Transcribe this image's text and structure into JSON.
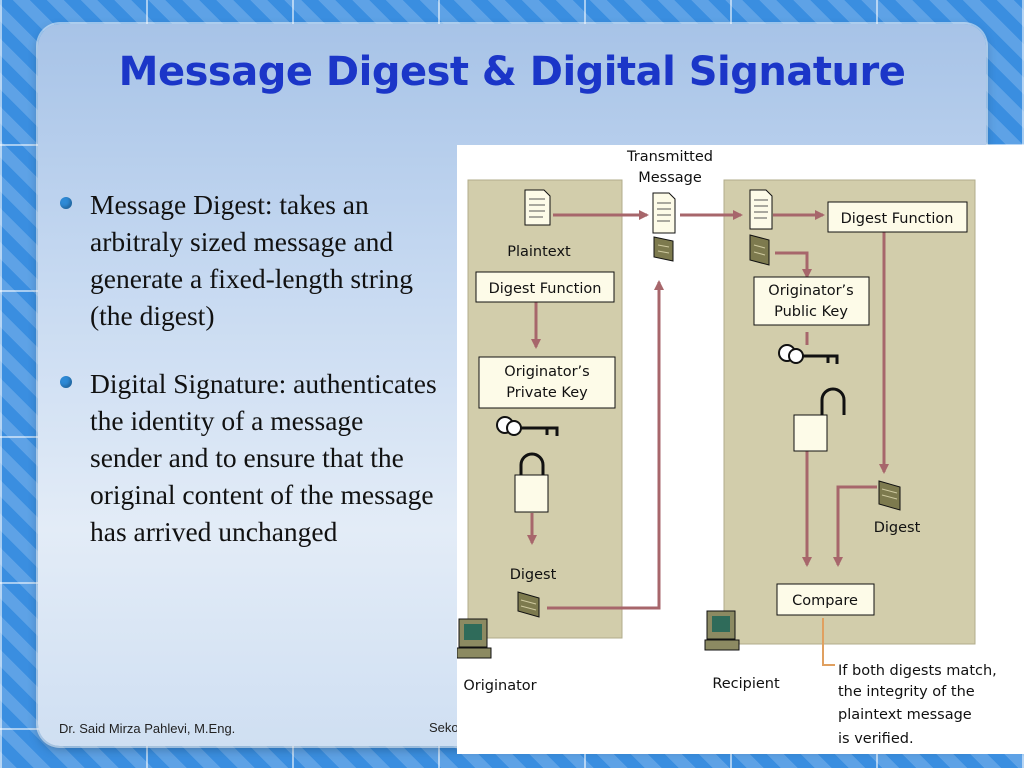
{
  "slide": {
    "title": "Message Digest & Digital Signature",
    "bullets": [
      "Message Digest: takes an arbitraly sized message and generate a fixed-length string (the digest)",
      "Digital Signature: authenticates the identity of a message sender and to ensure that the original content of the message has arrived unchanged"
    ],
    "footer_author": "Dr. Said Mirza Pahlevi, M.Eng.",
    "footer_middle": "Seko"
  },
  "diagram": {
    "transmitted_label": [
      "Transmitted",
      "Message"
    ],
    "left": {
      "plaintext": "Plaintext",
      "digest_function": "Digest Function",
      "private_key": [
        "Originator’s",
        "Private Key"
      ],
      "digest": "Digest",
      "originator": "Originator"
    },
    "right": {
      "digest_function": "Digest Function",
      "public_key": [
        "Originator’s",
        "Public Key"
      ],
      "digest": "Digest",
      "compare": "Compare",
      "recipient": "Recipient",
      "note": [
        "If both digests match,",
        "the integrity of the",
        "plaintext message",
        "is verified."
      ]
    }
  },
  "colors": {
    "title": "#1b36c8",
    "bullet": "#2e8ad6",
    "panel": "#d2cdab",
    "arrow": "#a7666b",
    "note_line": "#e0a060"
  }
}
